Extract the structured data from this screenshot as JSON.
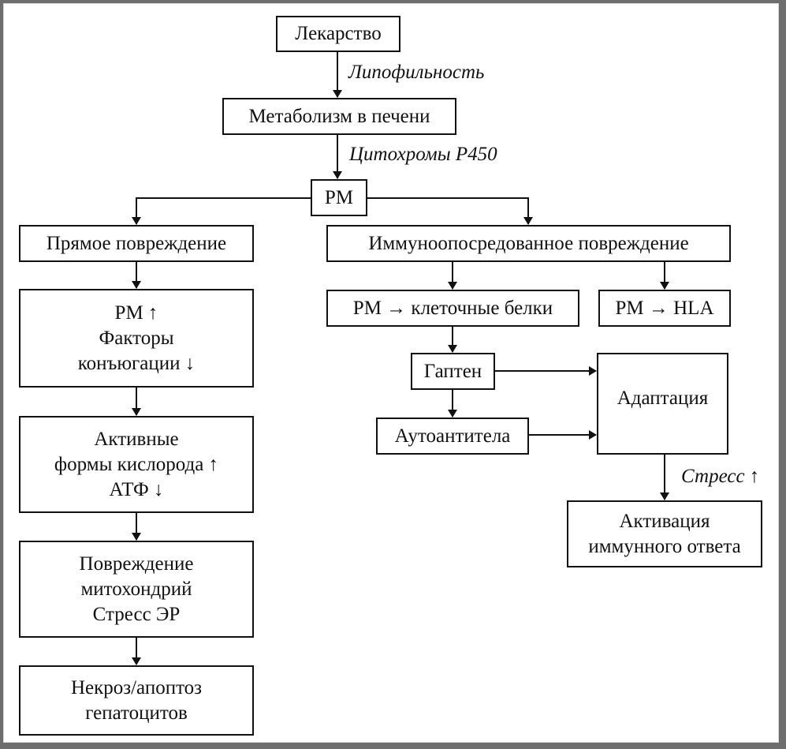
{
  "diagram": {
    "nodes": {
      "drug": {
        "lines": [
          "Лекарство"
        ]
      },
      "liver_metabolism": {
        "lines": [
          "Метаболизм в печени"
        ]
      },
      "reactive_metabolite": {
        "lines": [
          "РМ"
        ]
      },
      "direct_injury": {
        "lines": [
          "Прямое повреждение"
        ]
      },
      "rm_conjugation": {
        "lines": [
          "РМ ↑",
          "Факторы",
          "конъюгации ↓"
        ]
      },
      "ros_atp": {
        "lines": [
          "Активные",
          "формы кислорода ↑",
          "АТФ ↓"
        ]
      },
      "mito_er": {
        "lines": [
          "Повреждение",
          "митохондрий",
          "Стресс ЭР"
        ]
      },
      "necrosis": {
        "lines": [
          "Некроз/апоптоз",
          "гепатоцитов"
        ]
      },
      "immune_injury": {
        "lines": [
          "Иммуноопосредованное повреждение"
        ]
      },
      "rm_proteins": {
        "lines": [
          "РМ → клеточные белки"
        ]
      },
      "rm_hla": {
        "lines": [
          "РМ → HLA"
        ]
      },
      "hapten": {
        "lines": [
          "Гаптен"
        ]
      },
      "autoantibodies": {
        "lines": [
          "Аутоантитела"
        ]
      },
      "adaptation": {
        "lines": [
          "Адаптация"
        ]
      },
      "immune_activation": {
        "lines": [
          "Активация",
          "иммунного ответа"
        ]
      }
    },
    "edge_labels": {
      "lipophilicity": "Липофильность",
      "cytochromes": "Цитохромы Р450",
      "stress": "Стресс ↑"
    },
    "edges": [
      {
        "from": "drug",
        "to": "liver_metabolism",
        "label": "lipophilicity"
      },
      {
        "from": "liver_metabolism",
        "to": "reactive_metabolite",
        "label": "cytochromes"
      },
      {
        "from": "reactive_metabolite",
        "to": "direct_injury"
      },
      {
        "from": "reactive_metabolite",
        "to": "immune_injury"
      },
      {
        "from": "direct_injury",
        "to": "rm_conjugation"
      },
      {
        "from": "rm_conjugation",
        "to": "ros_atp"
      },
      {
        "from": "ros_atp",
        "to": "mito_er"
      },
      {
        "from": "mito_er",
        "to": "necrosis"
      },
      {
        "from": "immune_injury",
        "to": "rm_proteins"
      },
      {
        "from": "immune_injury",
        "to": "rm_hla"
      },
      {
        "from": "rm_proteins",
        "to": "hapten"
      },
      {
        "from": "hapten",
        "to": "autoantibodies"
      },
      {
        "from": "hapten",
        "to": "adaptation"
      },
      {
        "from": "autoantibodies",
        "to": "adaptation"
      },
      {
        "from": "adaptation",
        "to": "immune_activation",
        "label": "stress"
      }
    ]
  }
}
